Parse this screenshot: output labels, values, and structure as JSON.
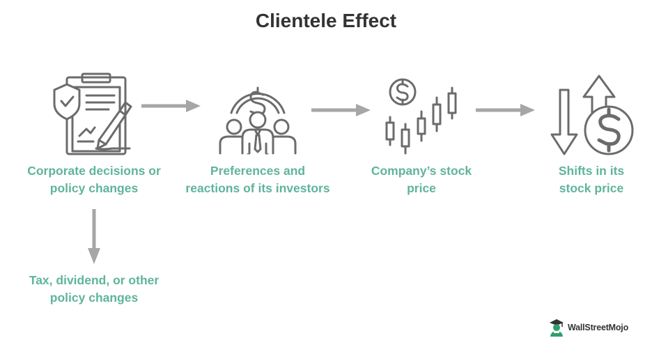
{
  "title": "Clientele Effect",
  "steps": [
    {
      "label": "Corporate decisions or\npolicy changes",
      "icon": "policy-document-icon"
    },
    {
      "label": "Preferences and\nreactions of its investors",
      "icon": "investors-icon"
    },
    {
      "label": "Company’s stock\nprice",
      "icon": "stock-candlestick-icon"
    },
    {
      "label": "Shifts in its\nstock price",
      "icon": "price-shift-icon"
    }
  ],
  "branch": {
    "label": "Tax, dividend, or other\npolicy changes"
  },
  "brand": {
    "name": "WallStreetMojo"
  },
  "colors": {
    "label": "#5fb49c",
    "icon": "#6b6b6b",
    "arrow": "#a6a6a6",
    "title": "#333333"
  }
}
